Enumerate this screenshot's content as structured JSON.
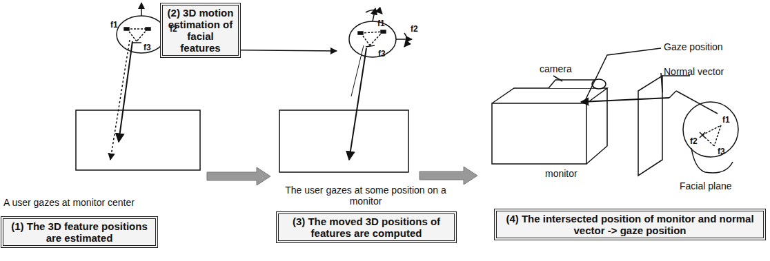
{
  "diagram": {
    "nodes": [
      {
        "text": [
          "(2) 3D motion estimation of facial features"
        ]
      },
      {
        "text": [
          "(1) The 3D feature positions are estimated"
        ]
      },
      {
        "text": [
          "(3) The moved 3D positions of features are computed"
        ]
      },
      {
        "text": [
          "(4) The intersected position of monitor and normal vector -> gaze position"
        ]
      }
    ],
    "labels": [
      "A user gazes at monitor center",
      "The user gazes at some position on a monitor",
      "camera",
      "Gaze position",
      "Normal vector",
      "monitor",
      "Facial plane",
      "f1",
      "f2",
      "f3",
      "f1",
      "f2",
      "f3",
      "f1",
      "f2",
      "f3"
    ]
  }
}
